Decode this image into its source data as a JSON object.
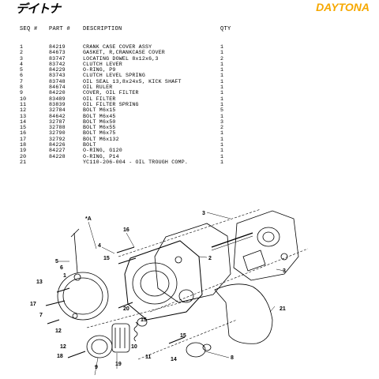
{
  "header": {
    "brand_jp": "デイトナ",
    "brand_en": "DAYTONA",
    "brand_color": "#f6a800"
  },
  "columns": {
    "seq": "SEQ #",
    "part": "PART #",
    "description": "DESCRIPTION",
    "qty": "QTY"
  },
  "parts": [
    {
      "seq": "1",
      "part": "84219",
      "desc": "CRANK CASE COVER ASSY",
      "qty": "1"
    },
    {
      "seq": "2",
      "part": "84673",
      "desc": "GASKET, R,CRANKCASE COVER",
      "qty": "1"
    },
    {
      "seq": "3",
      "part": "83747",
      "desc": "LOCATING DOWEL 8x12x6,3",
      "qty": "2"
    },
    {
      "seq": "4",
      "part": "83742",
      "desc": "CLUTCH LEVER",
      "qty": "1"
    },
    {
      "seq": "5",
      "part": "84229",
      "desc": "O-RING, P9",
      "qty": "1"
    },
    {
      "seq": "6",
      "part": "83743",
      "desc": "CLUTCH LEVEL SPRING",
      "qty": "1"
    },
    {
      "seq": "7",
      "part": "83748",
      "desc": "OIL SEAL 13,8x24x5, KICK SHAFT",
      "qty": "1"
    },
    {
      "seq": "8",
      "part": "84674",
      "desc": "OIL RULER",
      "qty": "1"
    },
    {
      "seq": "9",
      "part": "84220",
      "desc": "COVER, OIL FILTER",
      "qty": "1"
    },
    {
      "seq": "10",
      "part": "83489",
      "desc": "OIL FILTER",
      "qty": "1"
    },
    {
      "seq": "11",
      "part": "83839",
      "desc": "OIL FILTER SPRING",
      "qty": "1"
    },
    {
      "seq": "12",
      "part": "32784",
      "desc": "BOLT M6x15",
      "qty": "5"
    },
    {
      "seq": "13",
      "part": "84642",
      "desc": "BOLT M6x45",
      "qty": "1"
    },
    {
      "seq": "14",
      "part": "32787",
      "desc": "BOLT M6x50",
      "qty": "3"
    },
    {
      "seq": "15",
      "part": "32788",
      "desc": "BOLT M6x55",
      "qty": "2"
    },
    {
      "seq": "16",
      "part": "32790",
      "desc": "BOLT M6x75",
      "qty": "1"
    },
    {
      "seq": "17",
      "part": "32792",
      "desc": "BOLT M6x132",
      "qty": "1"
    },
    {
      "seq": "18",
      "part": "84226",
      "desc": "BOLT",
      "qty": "1"
    },
    {
      "seq": "19",
      "part": "84227",
      "desc": "O-RING, G120",
      "qty": "1"
    },
    {
      "seq": "20",
      "part": "84228",
      "desc": "O-RING, P14",
      "qty": "1"
    },
    {
      "seq": "21",
      "part": "",
      "desc": "YC110-206-004 - OIL TROUGH COMP.",
      "qty": "1"
    }
  ],
  "diagram": {
    "callouts": [
      "3",
      "*A",
      "16",
      "4",
      "15",
      "2",
      "3",
      "5",
      "6",
      "1",
      "13",
      "17",
      "7",
      "12",
      "20",
      "15",
      "10",
      "11",
      "21",
      "12",
      "18",
      "9",
      "19",
      "15",
      "14",
      "8"
    ]
  }
}
